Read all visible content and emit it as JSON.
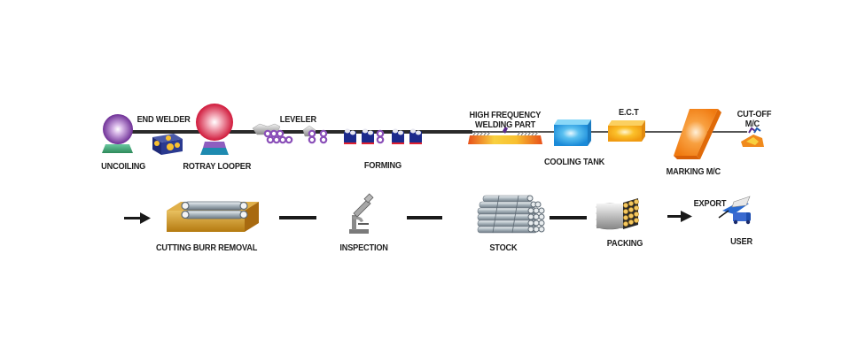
{
  "title": "Pipe manufacturing process flow",
  "row1": {
    "stages": [
      {
        "id": "uncoiling",
        "label": "UNCOILING"
      },
      {
        "id": "end-welder",
        "label": "END WELDER"
      },
      {
        "id": "rotray-looper",
        "label": "ROTRAY LOOPER"
      },
      {
        "id": "leveler",
        "label": "LEVELER"
      },
      {
        "id": "forming",
        "label": "FORMING"
      },
      {
        "id": "hf-welding",
        "label_line1": "HIGH FREQUENCY",
        "label_line2": "WELDING PART"
      },
      {
        "id": "cooling-tank",
        "label": "COOLING TANK"
      },
      {
        "id": "ect",
        "label": "E.C.T"
      },
      {
        "id": "marking",
        "label": "MARKING M/C"
      },
      {
        "id": "cut-off",
        "label_line1": "CUT-OFF",
        "label_line2": "M/C"
      }
    ]
  },
  "row2": {
    "stages": [
      {
        "id": "cutting-burr-removal",
        "label": "CUTTING BURR REMOVAL"
      },
      {
        "id": "inspection",
        "label": "INSPECTION"
      },
      {
        "id": "stock",
        "label": "STOCK"
      },
      {
        "id": "packing",
        "label": "PACKING"
      },
      {
        "id": "export",
        "label": "EXPORT"
      },
      {
        "id": "user",
        "label": "USER"
      }
    ]
  },
  "colors": {
    "line": "#2a2a2a",
    "uncoiling": "#8e4fb4",
    "looper": "#e0304a",
    "roller": "#8a4fb8",
    "forming": "#1c2a8c",
    "welding": "#f08a1c",
    "cooling": "#2aa6ea",
    "ect": "#f6b21a",
    "marking": "#f58a1a",
    "burr_base": "#c98f1e",
    "truck": "#1f4fb0"
  }
}
